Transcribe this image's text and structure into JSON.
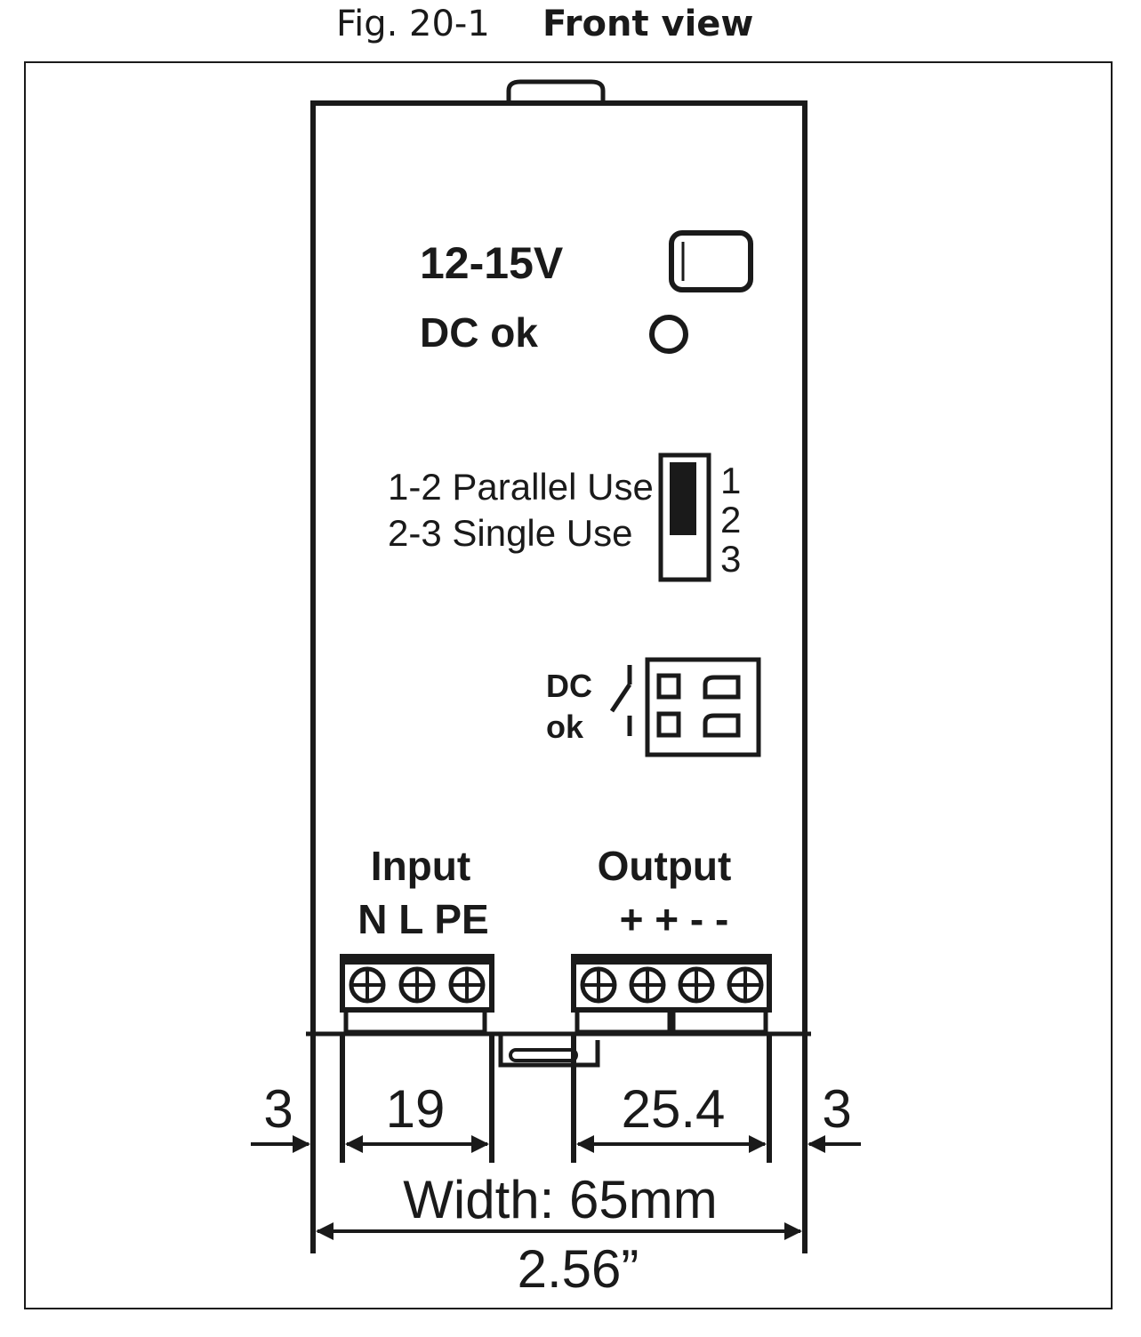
{
  "figure": {
    "prefix": "Fig. 20-1",
    "title": "Front view"
  },
  "device": {
    "voltage_label": "12-15V",
    "dc_ok_label": "DC ok",
    "jumper": {
      "line1": "1-2 Parallel Use",
      "line2": "2-3 Single Use",
      "pins": [
        "1",
        "2",
        "3"
      ]
    },
    "relay": {
      "line1": "DC",
      "line2": "ok"
    },
    "input": {
      "title": "Input",
      "pins": "N L PE"
    },
    "output": {
      "title": "Output",
      "pins": "+ + - -"
    }
  },
  "dimensions": {
    "left_margin": "3",
    "input_width": "19",
    "output_width": "25.4",
    "right_margin": "3",
    "width_mm": "Width: 65mm",
    "width_in": "2.56”"
  }
}
